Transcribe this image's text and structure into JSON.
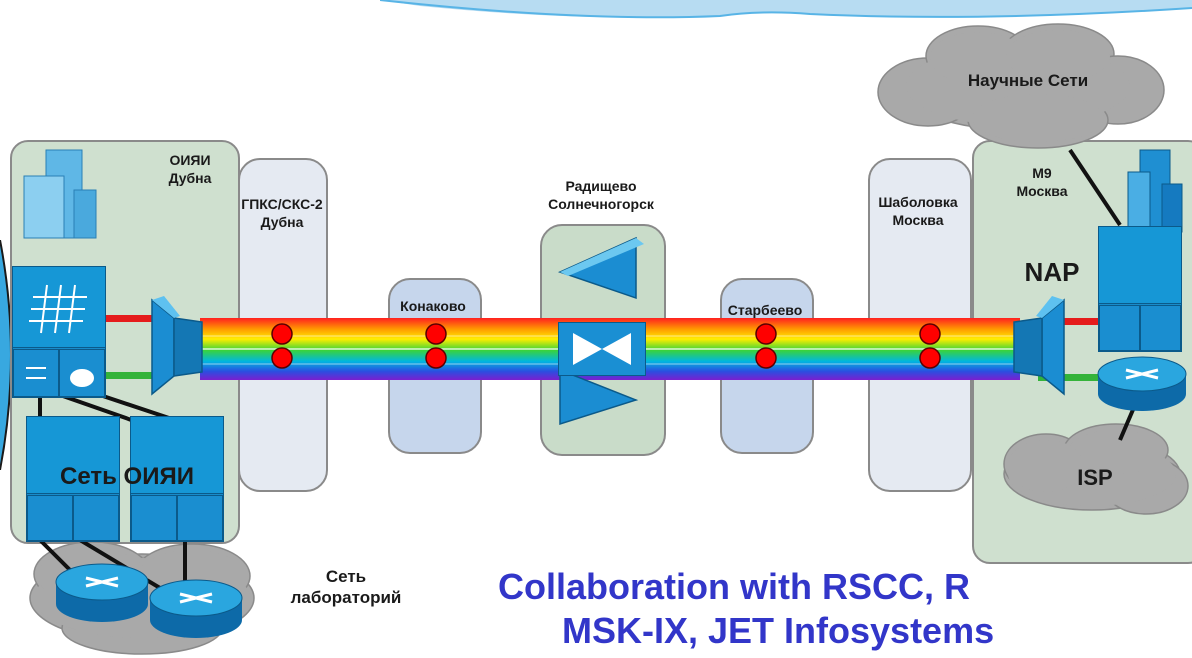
{
  "sites": {
    "dubna": {
      "name": "ОИЯИ",
      "city": "Дубна"
    },
    "gpks": {
      "name": "ГПКС/СКС-2",
      "city": "Дубна"
    },
    "konakovo": {
      "name": "Конаково"
    },
    "radishchevo": {
      "name": "Радищево",
      "city": "Солнечногорск"
    },
    "starbeevo": {
      "name": "Старбеево"
    },
    "shabolovka": {
      "name": "Шаболовка",
      "city": "Москва"
    },
    "m9": {
      "name": "М9",
      "city": "Москва"
    }
  },
  "clouds": {
    "science": "Научные Сети",
    "isp": "ISP"
  },
  "labels": {
    "nap": "NAP",
    "jinr_net": "Сеть ОИЯИ",
    "lab_net_1": "Сеть",
    "lab_net_2": "лабораторий"
  },
  "headline": {
    "line1": "Collaboration with RSCC, R",
    "line2": "MSK-IX, JET Infosystems"
  },
  "colors": {
    "site_fill": "#cfe0cf",
    "relay_fill": "#e5eaf2",
    "small_relay_fill": "#c6d6ec",
    "device_blue": "#1a8fd3",
    "headline": "#3236c9",
    "cloud": "#a9a9a9",
    "node_red": "#ff0000"
  },
  "icons": [
    "building-icon",
    "firewall-switch-icon",
    "router-icon",
    "optical-mux-icon",
    "optical-amplifier-icon"
  ]
}
